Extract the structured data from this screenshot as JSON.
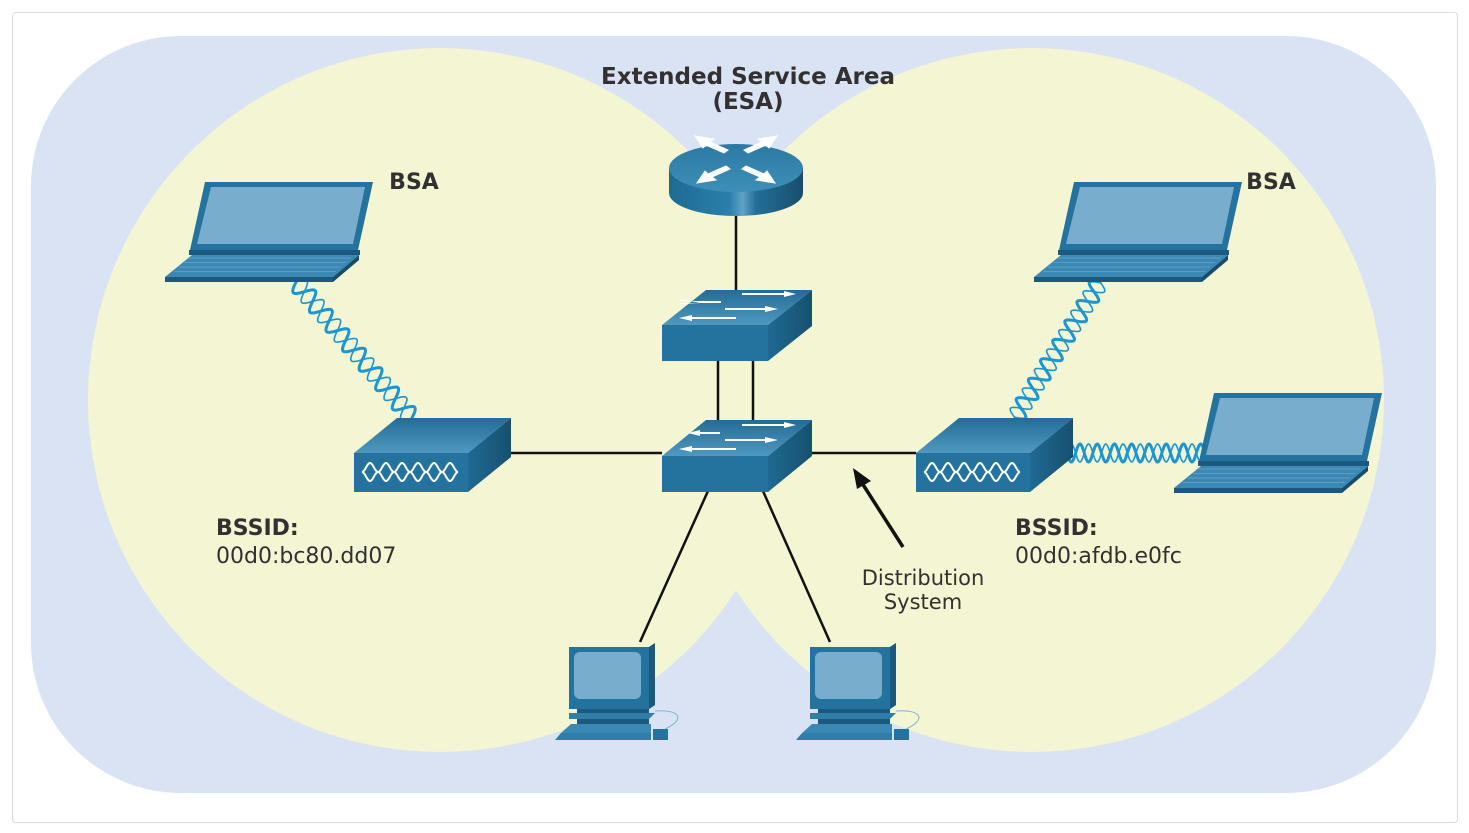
{
  "diagram": {
    "title_line1": "Extended Service Area",
    "title_line2": "(ESA)",
    "bsa_left_label": "BSA",
    "bsa_right_label": "BSA",
    "bssid_left": {
      "label": "BSSID:",
      "value": "00d0:bc80.dd07"
    },
    "bssid_right": {
      "label": "BSSID:",
      "value": "00d0:afdb.e0fc"
    },
    "distribution_system": {
      "line1": "Distribution",
      "line2": "System"
    },
    "devices": [
      {
        "type": "router",
        "role": "gateway"
      },
      {
        "type": "switch",
        "role": "upper-switch"
      },
      {
        "type": "switch",
        "role": "core-switch"
      },
      {
        "type": "access-point",
        "role": "left-ap"
      },
      {
        "type": "access-point",
        "role": "right-ap"
      },
      {
        "type": "laptop",
        "role": "left-laptop"
      },
      {
        "type": "laptop",
        "role": "right-top-laptop"
      },
      {
        "type": "laptop",
        "role": "right-bottom-laptop"
      },
      {
        "type": "pc",
        "role": "left-pc"
      },
      {
        "type": "pc",
        "role": "right-pc"
      }
    ],
    "colors": {
      "esa_background": "#dae3f3",
      "bsa_fill": "#f3f5d3",
      "device_blue": "#24739f",
      "device_dark": "#1b5a7e",
      "screen_blue": "#79adcd",
      "wireless": "#1c95d3",
      "text": "#333031"
    }
  }
}
